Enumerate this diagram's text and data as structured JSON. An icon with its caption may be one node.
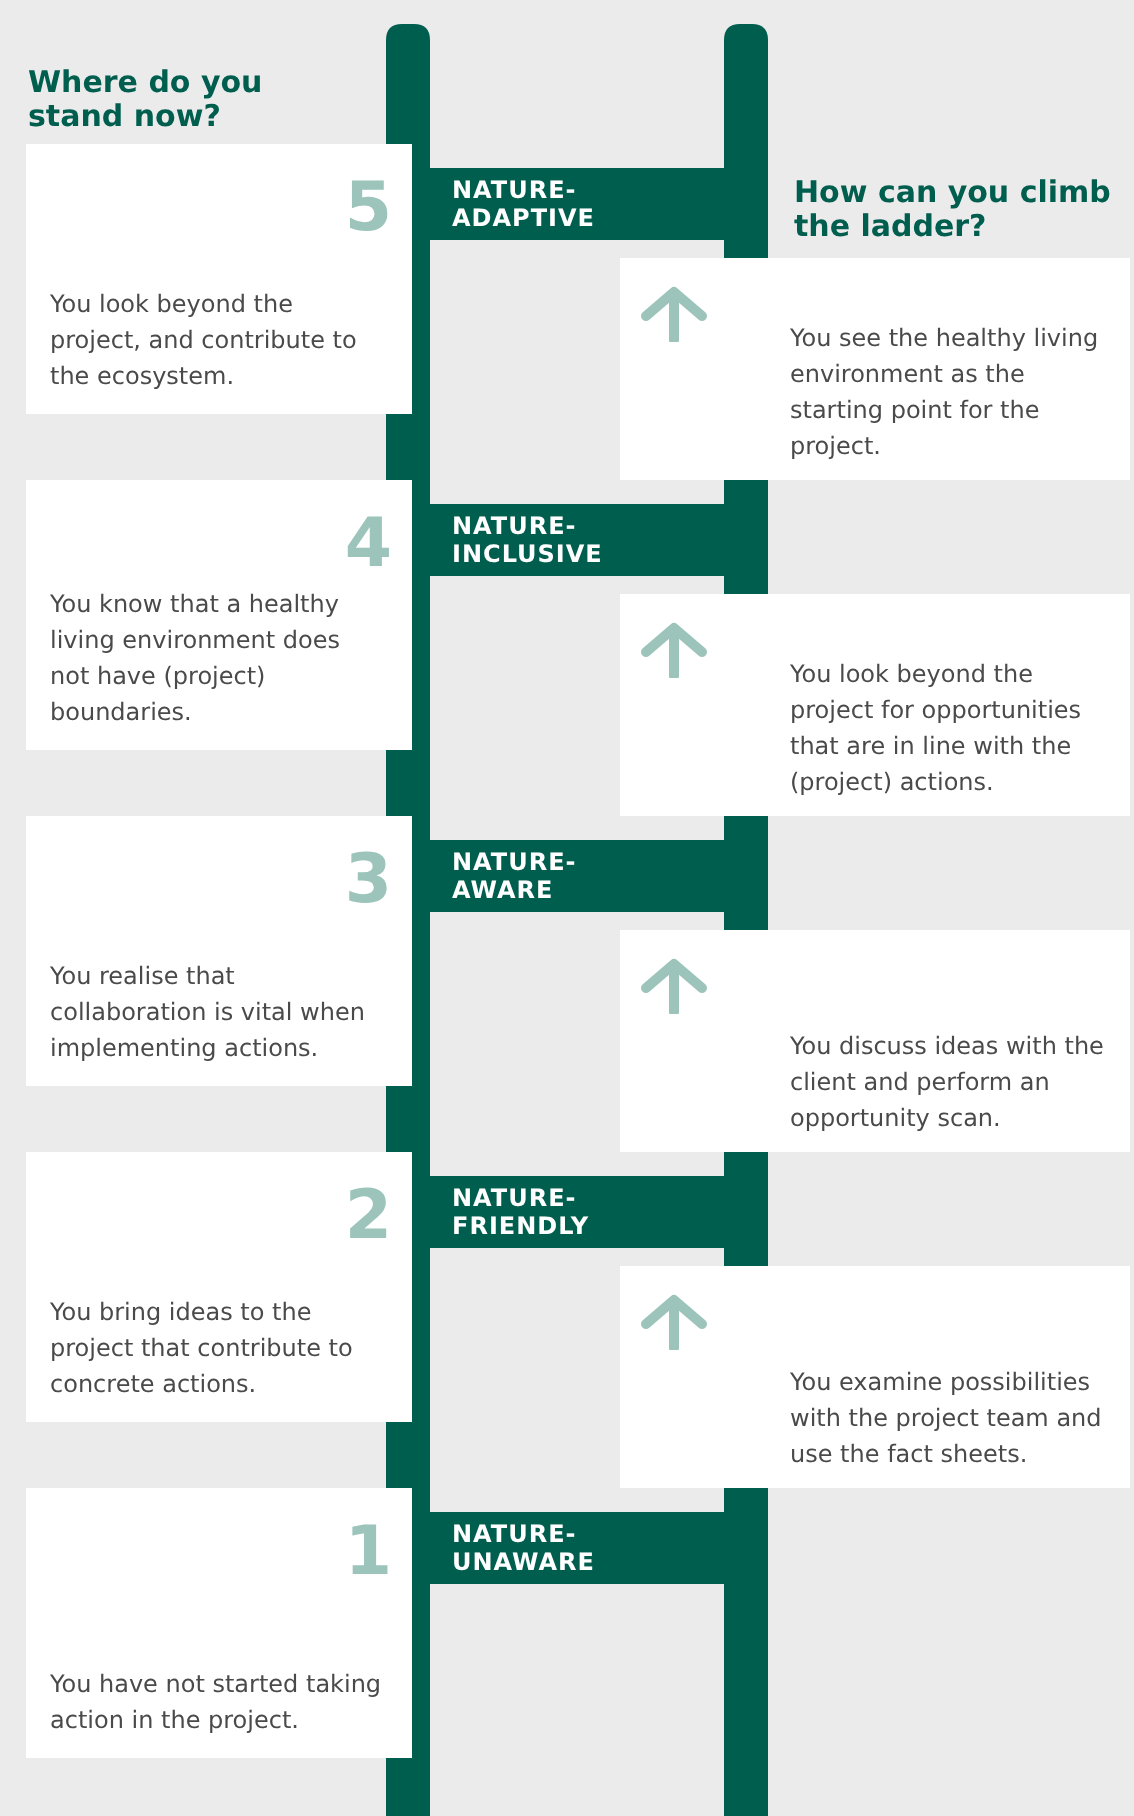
{
  "diagram": {
    "nodes": [
      {
        "text": [
          "5",
          "You look beyond the project, and contribute to the ecosystem."
        ]
      },
      {
        "text": [
          "NATURE-ADAPTIVE"
        ]
      },
      {
        "text": [
          "You see the healthy living environment as the starting point for the project."
        ]
      },
      {
        "text": [
          "4",
          "You know that a healthy living environment does not have (project) boundaries."
        ]
      },
      {
        "text": [
          "NATURE-INCLUSIVE"
        ]
      },
      {
        "text": [
          "You look beyond the project for opportunities that are in line with the (project) actions."
        ]
      },
      {
        "text": [
          "3",
          "You realise that collaboration is vital when implementing actions."
        ]
      },
      {
        "text": [
          "NATURE-AWARE"
        ]
      },
      {
        "text": [
          "You discuss ideas with the client and perform an opportunity scan."
        ]
      },
      {
        "text": [
          "2",
          "You bring ideas to the project that contribute to concrete actions."
        ]
      },
      {
        "text": [
          "NATURE-FRIENDLY"
        ]
      },
      {
        "text": [
          "You examine possibilities with the project team and use the fact sheets."
        ]
      },
      {
        "text": [
          "1",
          "You have not started taking action in the project."
        ]
      },
      {
        "text": [
          "NATURE-UNAWARE"
        ]
      }
    ],
    "labels": [
      "Where do you stand now?",
      "How can you climb the ladder?"
    ]
  }
}
